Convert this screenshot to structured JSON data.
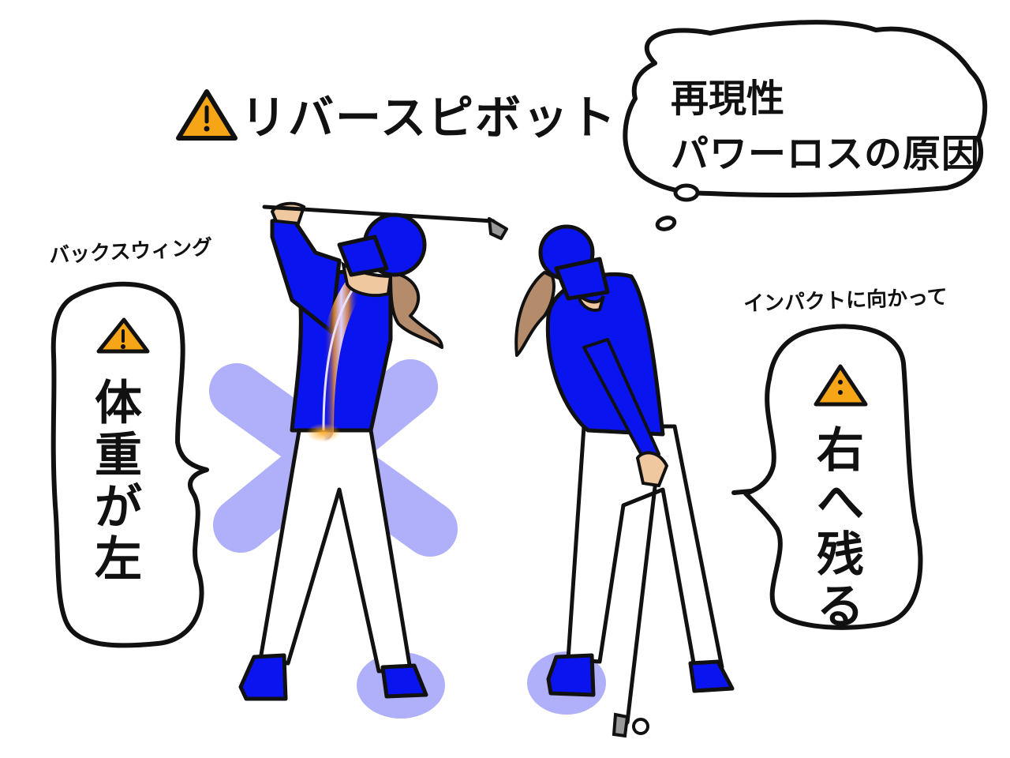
{
  "title": {
    "icon": "warning-icon",
    "text": "リバースピボット"
  },
  "thought_bubble": {
    "line1": "再現性",
    "line2": "パワーロスの原因"
  },
  "left_panel": {
    "caption": "バックスウィング",
    "icon": "warning-icon",
    "chars": [
      "体",
      "重",
      "が",
      "左"
    ]
  },
  "right_panel": {
    "caption": "インパクトに向かって",
    "icon": "warning-icon",
    "chars": [
      "右",
      "へ",
      "残",
      "る"
    ]
  },
  "colors": {
    "shirt": "#0a14ee",
    "highlight": "#b0b0fa",
    "warning": "#f5a516",
    "hair": "#b48c6c",
    "skin": "#f0c8a0",
    "spine_glow": "#f0a030",
    "outline": "#111111"
  }
}
